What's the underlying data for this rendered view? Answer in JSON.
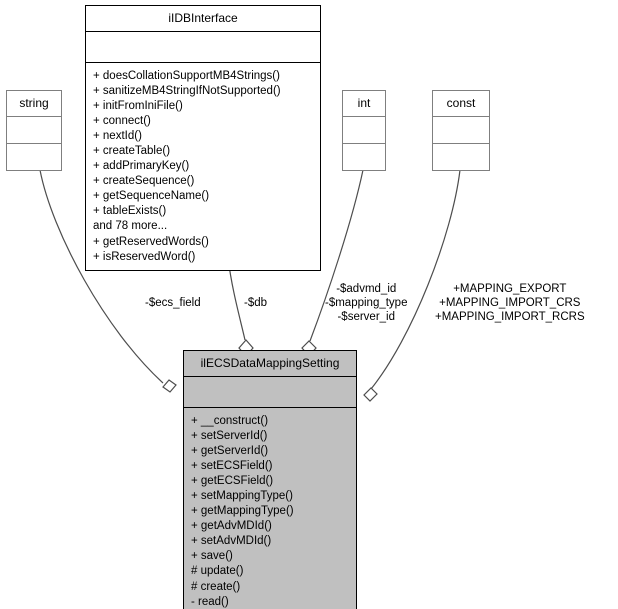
{
  "diagram": {
    "kind": "uml-class-collaboration-diagram",
    "background": "#ffffff",
    "fill_highlight": "#c0c0c0",
    "line_color": "#4d4d4d",
    "border_color": "#000000",
    "plain_border_color": "#7f7f7f"
  },
  "classes": {
    "idb_interface": {
      "name": "iIDBInterface",
      "attributes": [],
      "operations": [
        "+ doesCollationSupportMB4Strings()",
        "+ sanitizeMB4StringIfNotSupported()",
        "+ initFromIniFile()",
        "+ connect()",
        "+ nextId()",
        "+ createTable()",
        "+ addPrimaryKey()",
        "+ createSequence()",
        "+ getSequenceName()",
        "+ tableExists()",
        "and 78 more...",
        "+ getReservedWords()",
        "+ isReservedWord()"
      ]
    },
    "string": {
      "name": "string",
      "attributes": [],
      "operations": []
    },
    "int": {
      "name": "int",
      "attributes": [],
      "operations": []
    },
    "const": {
      "name": "const",
      "attributes": [],
      "operations": []
    },
    "ecs_data_mapping_setting": {
      "name": "ilECSDataMappingSetting",
      "attributes": [],
      "operations": [
        "+ __construct()",
        "+ setServerId()",
        "+ getServerId()",
        "+ setECSField()",
        "+ getECSField()",
        "+ setMappingType()",
        "+ getMappingType()",
        "+ getAdvMDId()",
        "+ setAdvMDId()",
        "+ save()",
        "# update()",
        "# create()",
        "- read()"
      ]
    }
  },
  "edges": [
    {
      "id": "string-to-setting",
      "from": "string",
      "to": "ecs_data_mapping_setting",
      "type": "aggregation",
      "labels": [
        "-$ecs_field"
      ]
    },
    {
      "id": "idbinterface-to-setting",
      "from": "idb_interface",
      "to": "ecs_data_mapping_setting",
      "type": "aggregation",
      "labels": [
        "-$db"
      ]
    },
    {
      "id": "int-to-setting",
      "from": "int",
      "to": "ecs_data_mapping_setting",
      "type": "aggregation",
      "labels": [
        "-$advmd_id",
        "-$mapping_type",
        "-$server_id"
      ]
    },
    {
      "id": "const-to-setting",
      "from": "const",
      "to": "ecs_data_mapping_setting",
      "type": "aggregation",
      "labels": [
        "+MAPPING_EXPORT",
        "+MAPPING_IMPORT_CRS",
        "+MAPPING_IMPORT_RCRS"
      ]
    }
  ]
}
